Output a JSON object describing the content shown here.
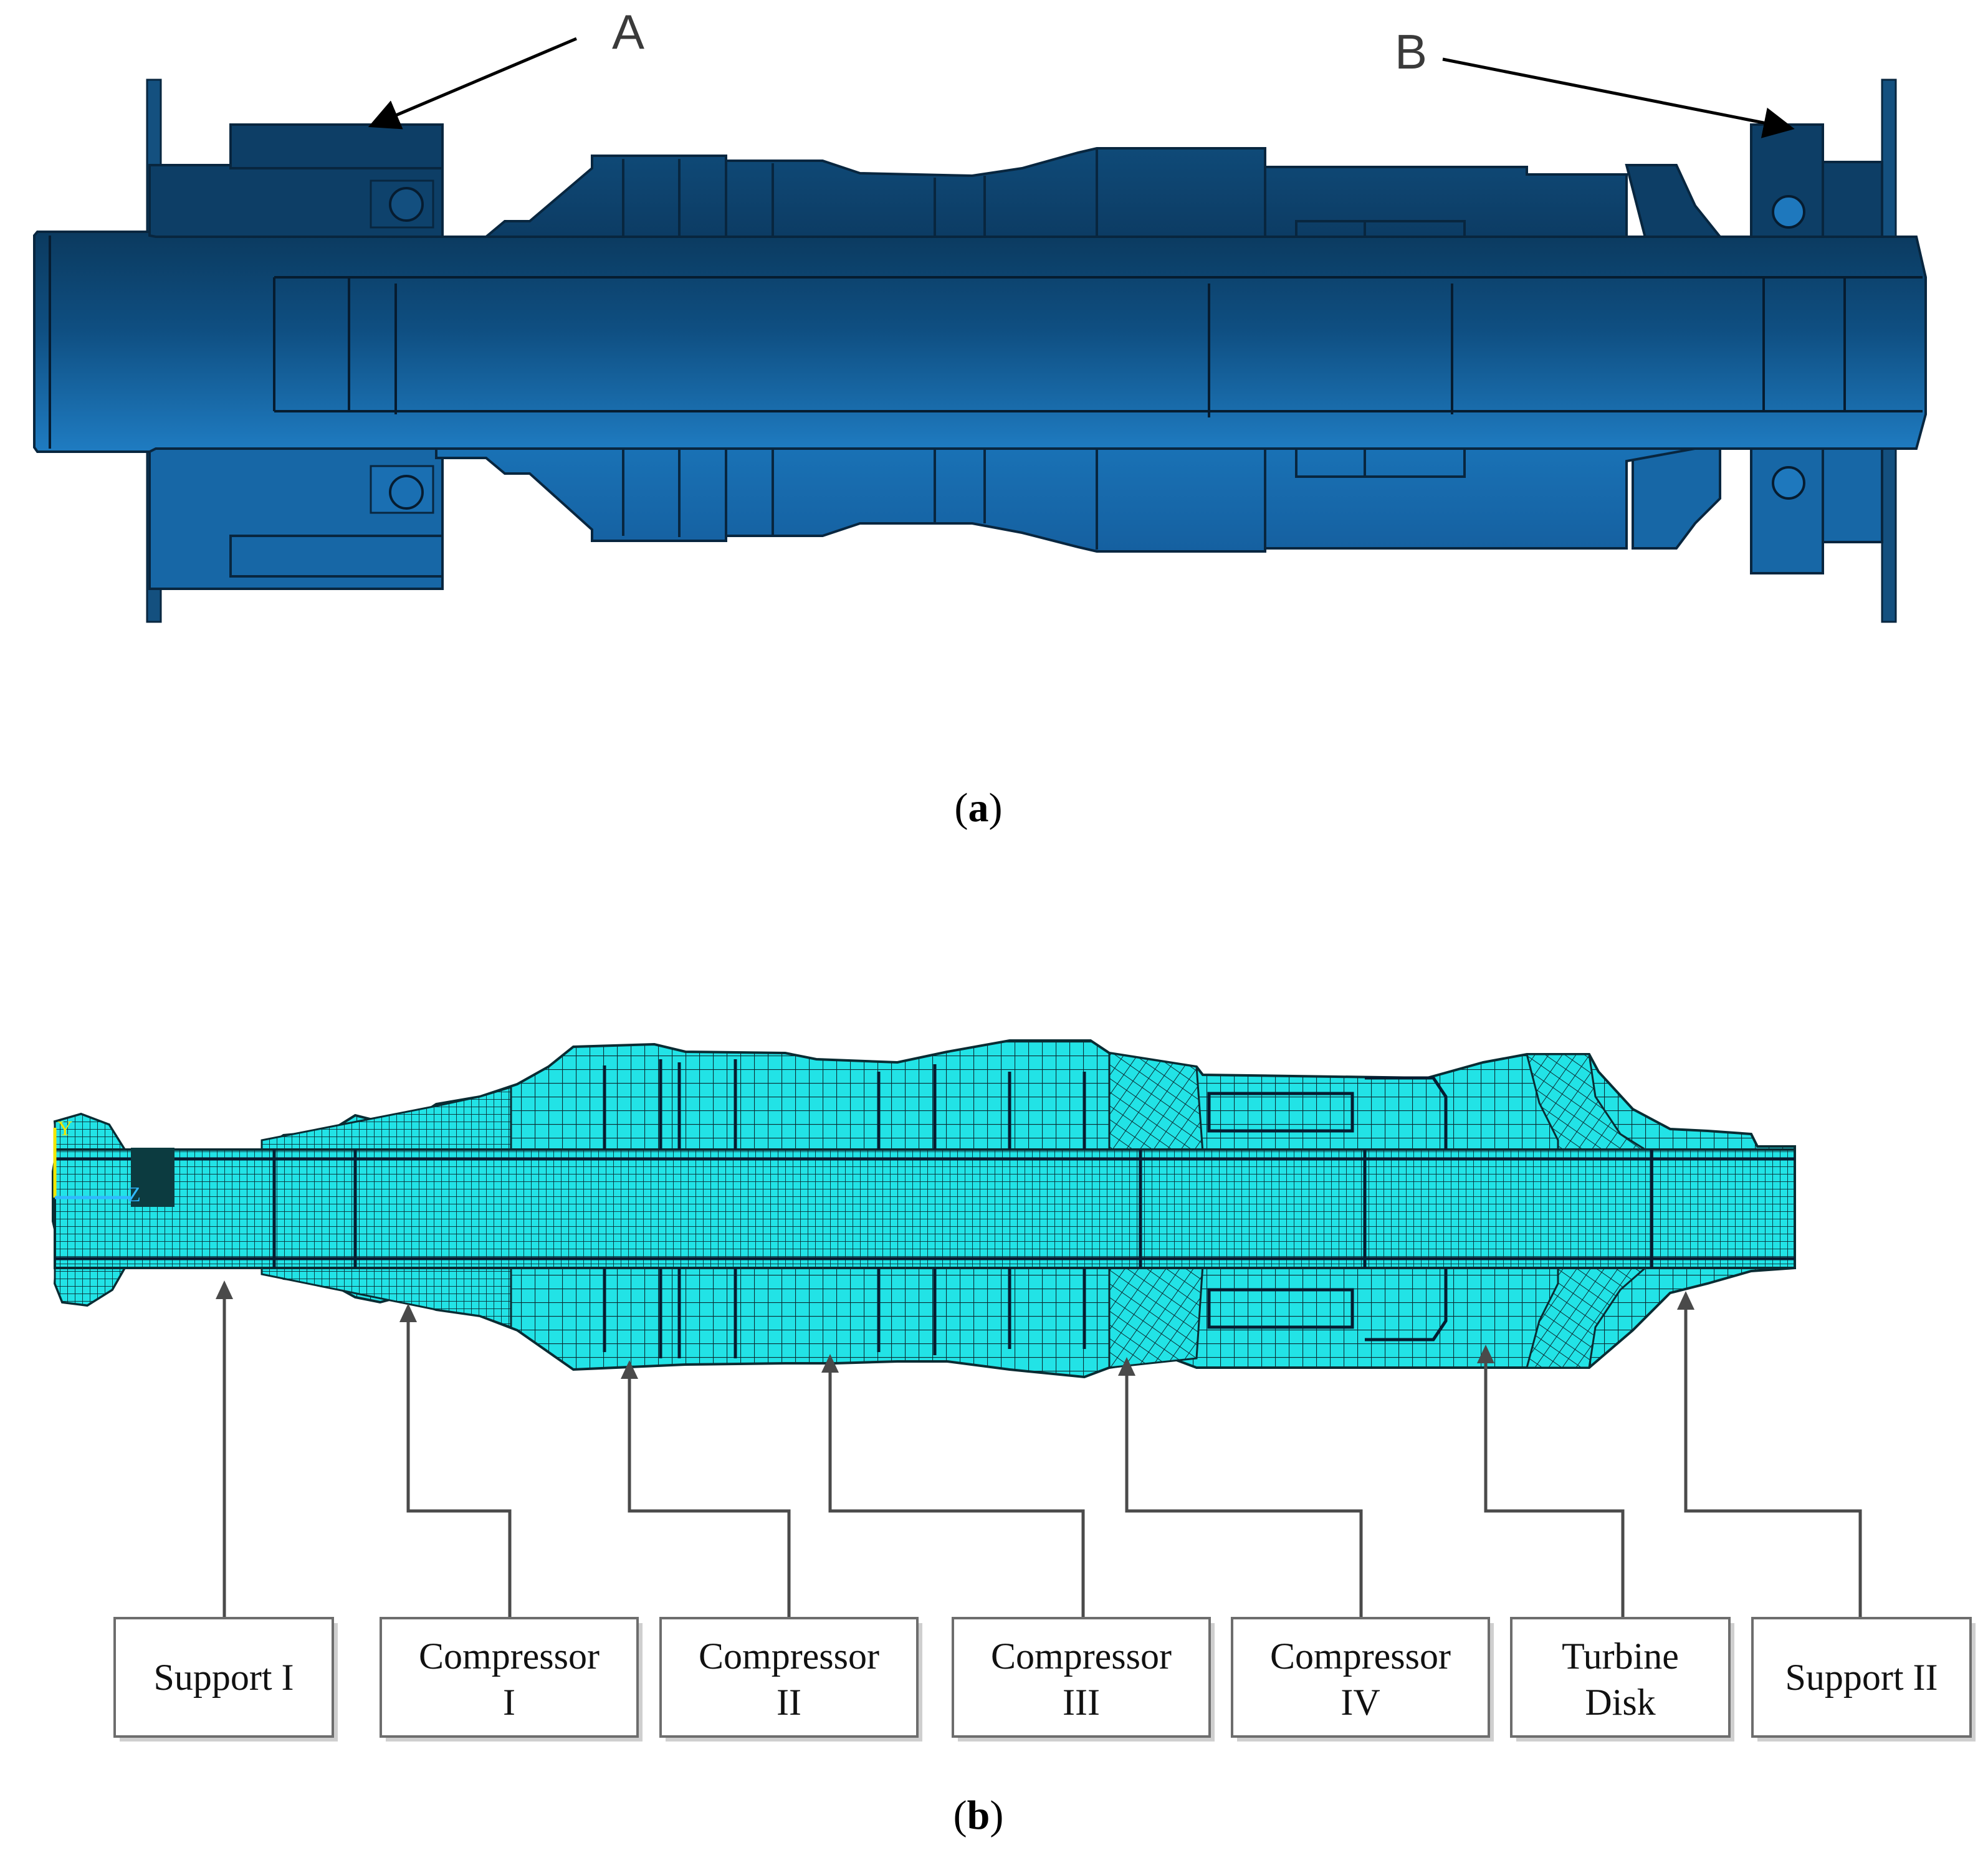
{
  "panel_a": {
    "caption_open": "(",
    "caption_letter": "a",
    "caption_close": ")",
    "callouts": [
      {
        "id": "A",
        "label": "A"
      },
      {
        "id": "B",
        "label": "B"
      }
    ],
    "colors": {
      "dark": "#0d3a5c",
      "mid": "#1768a8",
      "light": "#2b8fd6",
      "outline": "#08263f"
    }
  },
  "panel_b": {
    "caption_open": "(",
    "caption_letter": "b",
    "caption_close": ")",
    "axis_labels": {
      "y": "Y",
      "z": "Z"
    },
    "components": [
      {
        "id": "support-1",
        "line1": "Support I",
        "line2": ""
      },
      {
        "id": "compressor-1",
        "line1": "Compressor",
        "line2": "I"
      },
      {
        "id": "compressor-2",
        "line1": "Compressor",
        "line2": "II"
      },
      {
        "id": "compressor-3",
        "line1": "Compressor",
        "line2": "III"
      },
      {
        "id": "compressor-4",
        "line1": "Compressor",
        "line2": "IV"
      },
      {
        "id": "turbine-disk",
        "line1": "Turbine",
        "line2": "Disk"
      },
      {
        "id": "support-2",
        "line1": "Support II",
        "line2": ""
      }
    ],
    "colors": {
      "mesh_fill": "#22e3e6",
      "mesh_line": "#0a2c33",
      "leader": "#4a4a4a",
      "box_border": "#6d6d6d"
    }
  }
}
